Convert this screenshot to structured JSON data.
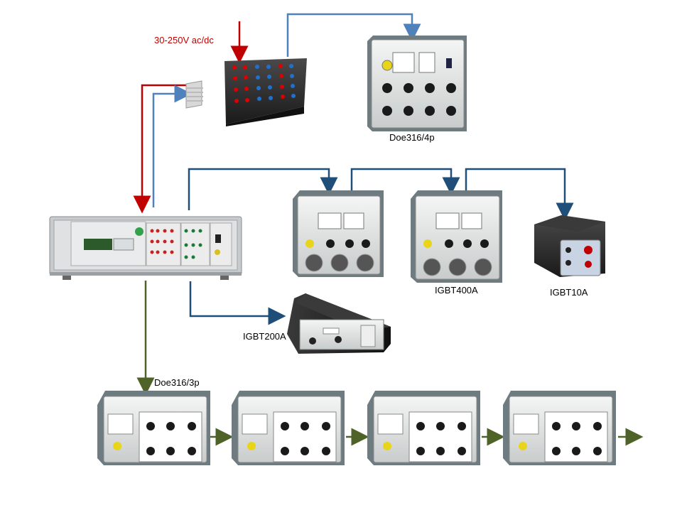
{
  "labels": {
    "supply": "30-250V ac/dc",
    "doe316_4p": "Doe316/4p",
    "igbt400a": "IGBT400A",
    "igbt10a": "IGBT10A",
    "igbt200a": "IGBT200A",
    "doe316_3p": "Doe316/3p"
  },
  "colors": {
    "supply_line": "#c00000",
    "signal_line": "#4f81bd",
    "bus_line": "#1f4e79",
    "chain_line": "#4f6228",
    "panel": "#e8eaea",
    "case": "#2a2a2a"
  },
  "icons": {
    "arrow": "arrowhead",
    "connector": "banana-socket",
    "fan": "cooling-fan"
  }
}
